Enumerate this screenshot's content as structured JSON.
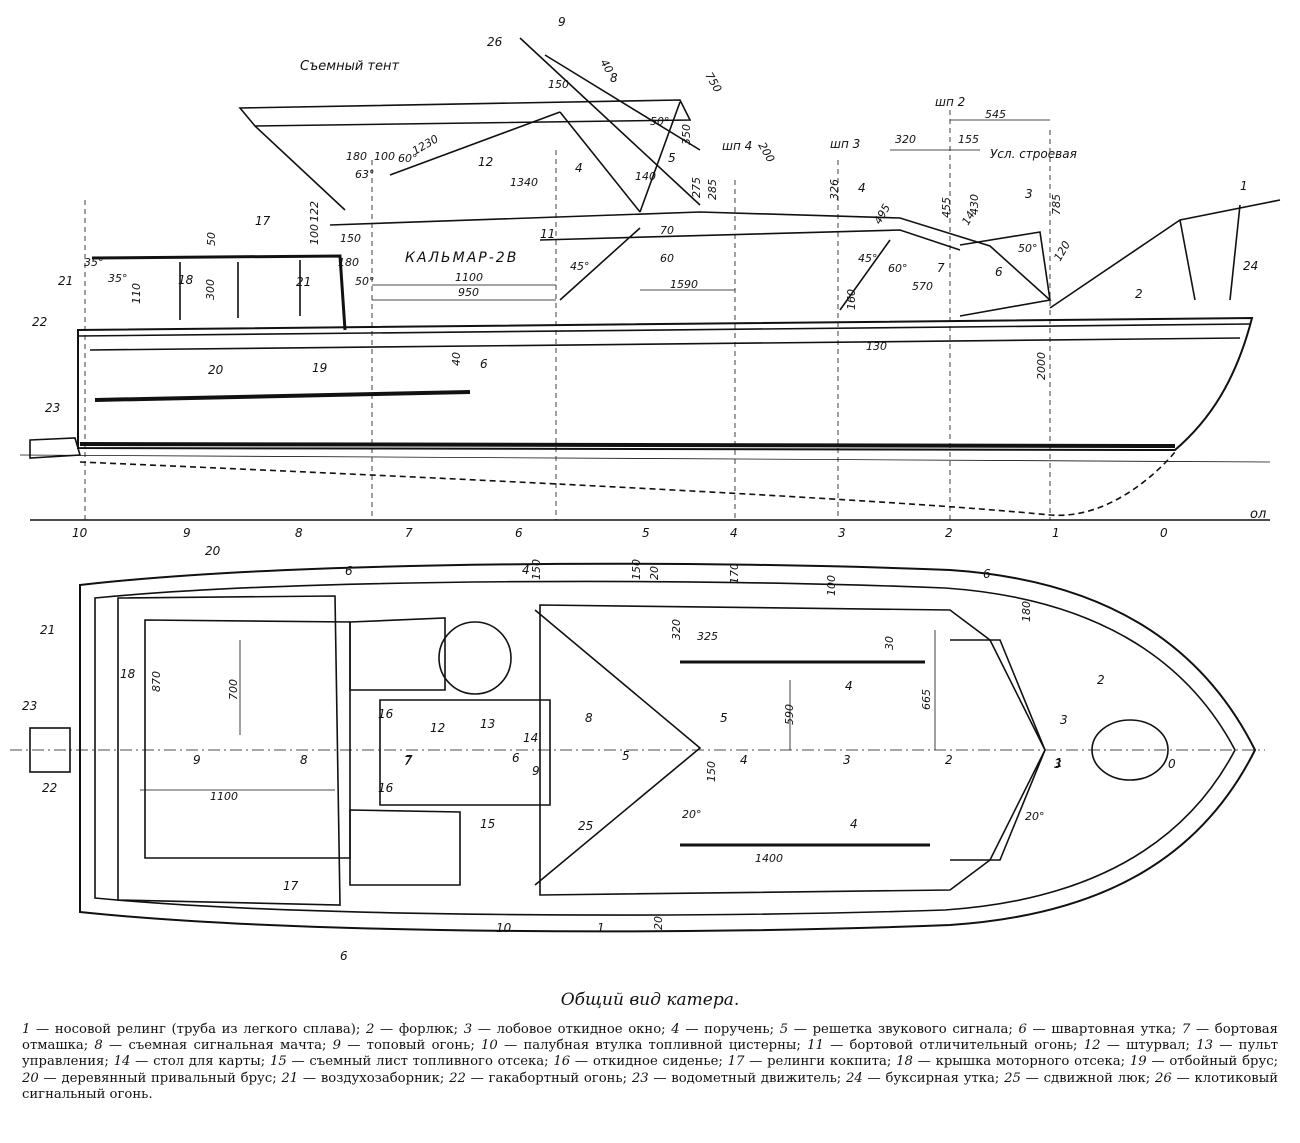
{
  "side_view": {
    "boat_name": "КАЛЬМАР-2В",
    "awning_label": "Съемный тент",
    "baseline_label": "Усл. строевая",
    "waterline_label": "ол",
    "frame_labels": [
      "шп 2",
      "шп 3",
      "шп 4"
    ],
    "station_numbers": [
      "10",
      "9",
      "8",
      "7",
      "6",
      "5",
      "4",
      "3",
      "2",
      "1",
      "0"
    ],
    "dimensions": [
      "750",
      "50°",
      "350",
      "200",
      "150",
      "40",
      "1230",
      "180",
      "100",
      "60°",
      "63°",
      "1340",
      "140",
      "275",
      "285",
      "545",
      "320",
      "155",
      "326",
      "455",
      "430",
      "785",
      "495",
      "50°",
      "14",
      "120",
      "35°",
      "35°",
      "50",
      "122",
      "100",
      "150",
      "180",
      "50°",
      "1100",
      "950",
      "45°",
      "70",
      "60",
      "1590",
      "45°",
      "60°",
      "570",
      "160",
      "130",
      "2000",
      "300",
      "110",
      "40"
    ],
    "callouts": [
      "1",
      "2",
      "3",
      "4",
      "4",
      "5",
      "6",
      "6",
      "7",
      "8",
      "9",
      "11",
      "12",
      "17",
      "18",
      "19",
      "20",
      "21",
      "21",
      "22",
      "23",
      "24",
      "26"
    ]
  },
  "plan_view": {
    "dimensions": [
      "150",
      "150",
      "20",
      "170",
      "100",
      "180",
      "320",
      "325",
      "30",
      "870",
      "700",
      "590",
      "665",
      "1100",
      "150",
      "20°",
      "20°",
      "1400",
      "20"
    ],
    "callouts": [
      "20",
      "6",
      "6",
      "6",
      "4",
      "4",
      "4",
      "21",
      "18",
      "16",
      "16",
      "12",
      "13",
      "14",
      "8",
      "5",
      "5",
      "6",
      "9",
      "7",
      "15",
      "25",
      "3",
      "3",
      "2",
      "1",
      "1",
      "17",
      "10",
      "23",
      "22",
      "9",
      "8",
      "7",
      "4",
      "3",
      "2",
      "0"
    ]
  },
  "caption": "Общий вид катера.",
  "legend": [
    {
      "num": "1",
      "text": "носовой релинг (труба из легкого сплава);"
    },
    {
      "num": "2",
      "text": "форлюк;"
    },
    {
      "num": "3",
      "text": "лобовое откидное окно;"
    },
    {
      "num": "4",
      "text": "поручень;"
    },
    {
      "num": "5",
      "text": "решетка звукового сигнала;"
    },
    {
      "num": "6",
      "text": "швартовная утка;"
    },
    {
      "num": "7",
      "text": "бортовая отмашка;"
    },
    {
      "num": "8",
      "text": "съемная сигнальная мачта;"
    },
    {
      "num": "9",
      "text": "топовый огонь;"
    },
    {
      "num": "10",
      "text": "палубная втулка топливной цистерны;"
    },
    {
      "num": "11",
      "text": "бортовой отличительный огонь;"
    },
    {
      "num": "12",
      "text": "штурвал;"
    },
    {
      "num": "13",
      "text": "пульт управления;"
    },
    {
      "num": "14",
      "text": "стол для карты;"
    },
    {
      "num": "15",
      "text": "съемный лист топливного отсека;"
    },
    {
      "num": "16",
      "text": "откидное сиденье;"
    },
    {
      "num": "17",
      "text": "релинги кокпита;"
    },
    {
      "num": "18",
      "text": "крышка моторного отсека;"
    },
    {
      "num": "19",
      "text": "отбойный брус;"
    },
    {
      "num": "20",
      "text": "деревянный привальный брус;"
    },
    {
      "num": "21",
      "text": "воздухозаборник;"
    },
    {
      "num": "22",
      "text": "гакабортный огонь;"
    },
    {
      "num": "23",
      "text": "водометный движитель;"
    },
    {
      "num": "24",
      "text": "буксирная утка;"
    },
    {
      "num": "25",
      "text": "сдвижной люк;"
    },
    {
      "num": "26",
      "text": "клотиковый сигнальный огонь."
    }
  ]
}
